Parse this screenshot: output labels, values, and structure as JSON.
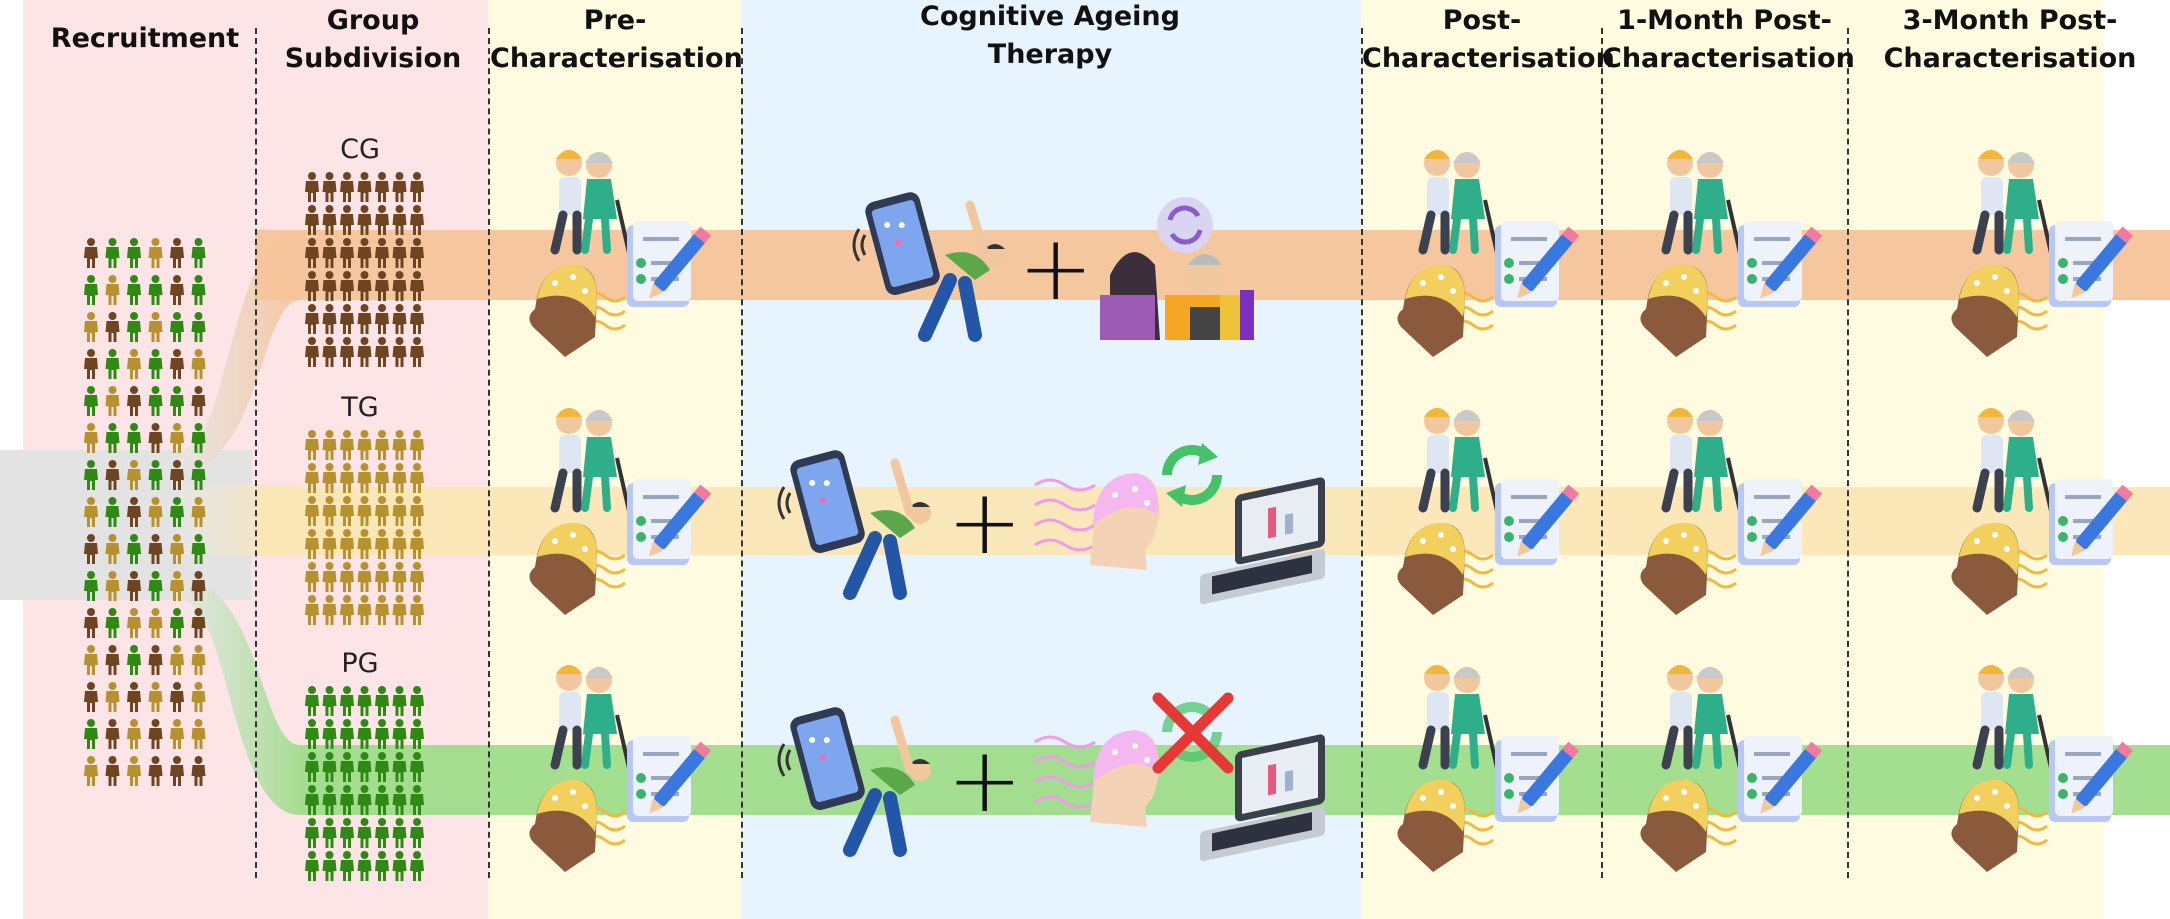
{
  "headers": {
    "recruitment": "Recruitment",
    "group_subdivision_l1": "Group",
    "group_subdivision_l2": "Subdivision",
    "pre_l1": "Pre-",
    "pre_l2": "Characterisation",
    "therapy_l1": "Cognitive Ageing",
    "therapy_l2": "Therapy",
    "post_l1": "Post-",
    "post_l2": "Characterisation",
    "m1_l1": "1-Month Post-",
    "m1_l2": "Characterisation",
    "m3_l1": "3-Month Post-",
    "m3_l2": "Characterisation"
  },
  "groups": [
    {
      "label": "CG",
      "color": "#6e4520",
      "band_color": "#f5c49a"
    },
    {
      "label": "TG",
      "color": "#b8912f",
      "band_color": "#fbe6b5"
    },
    {
      "label": "PG",
      "color": "#2f8a14",
      "band_color": "#9fdc8a"
    }
  ],
  "therapy_plus": "+",
  "panel_colors": {
    "recruitment": "#fde4e6",
    "characterisation": "#fefbe1",
    "therapy": "#e7f4fd"
  },
  "icons": {
    "characterisation": [
      "caregiver-elder-icon",
      "checklist-pencil-icon",
      "eeg-head-icon"
    ],
    "cg_therapy": [
      "phone-exercise-icon",
      "social-interaction-icon"
    ],
    "tg_therapy": [
      "phone-exercise-icon",
      "eeg-neurofeedback-icon",
      "refresh-cycle-icon",
      "laptop-icon"
    ],
    "pg_therapy": [
      "phone-exercise-icon",
      "eeg-neurofeedback-icon",
      "no-feedback-cross-icon",
      "laptop-icon"
    ]
  }
}
